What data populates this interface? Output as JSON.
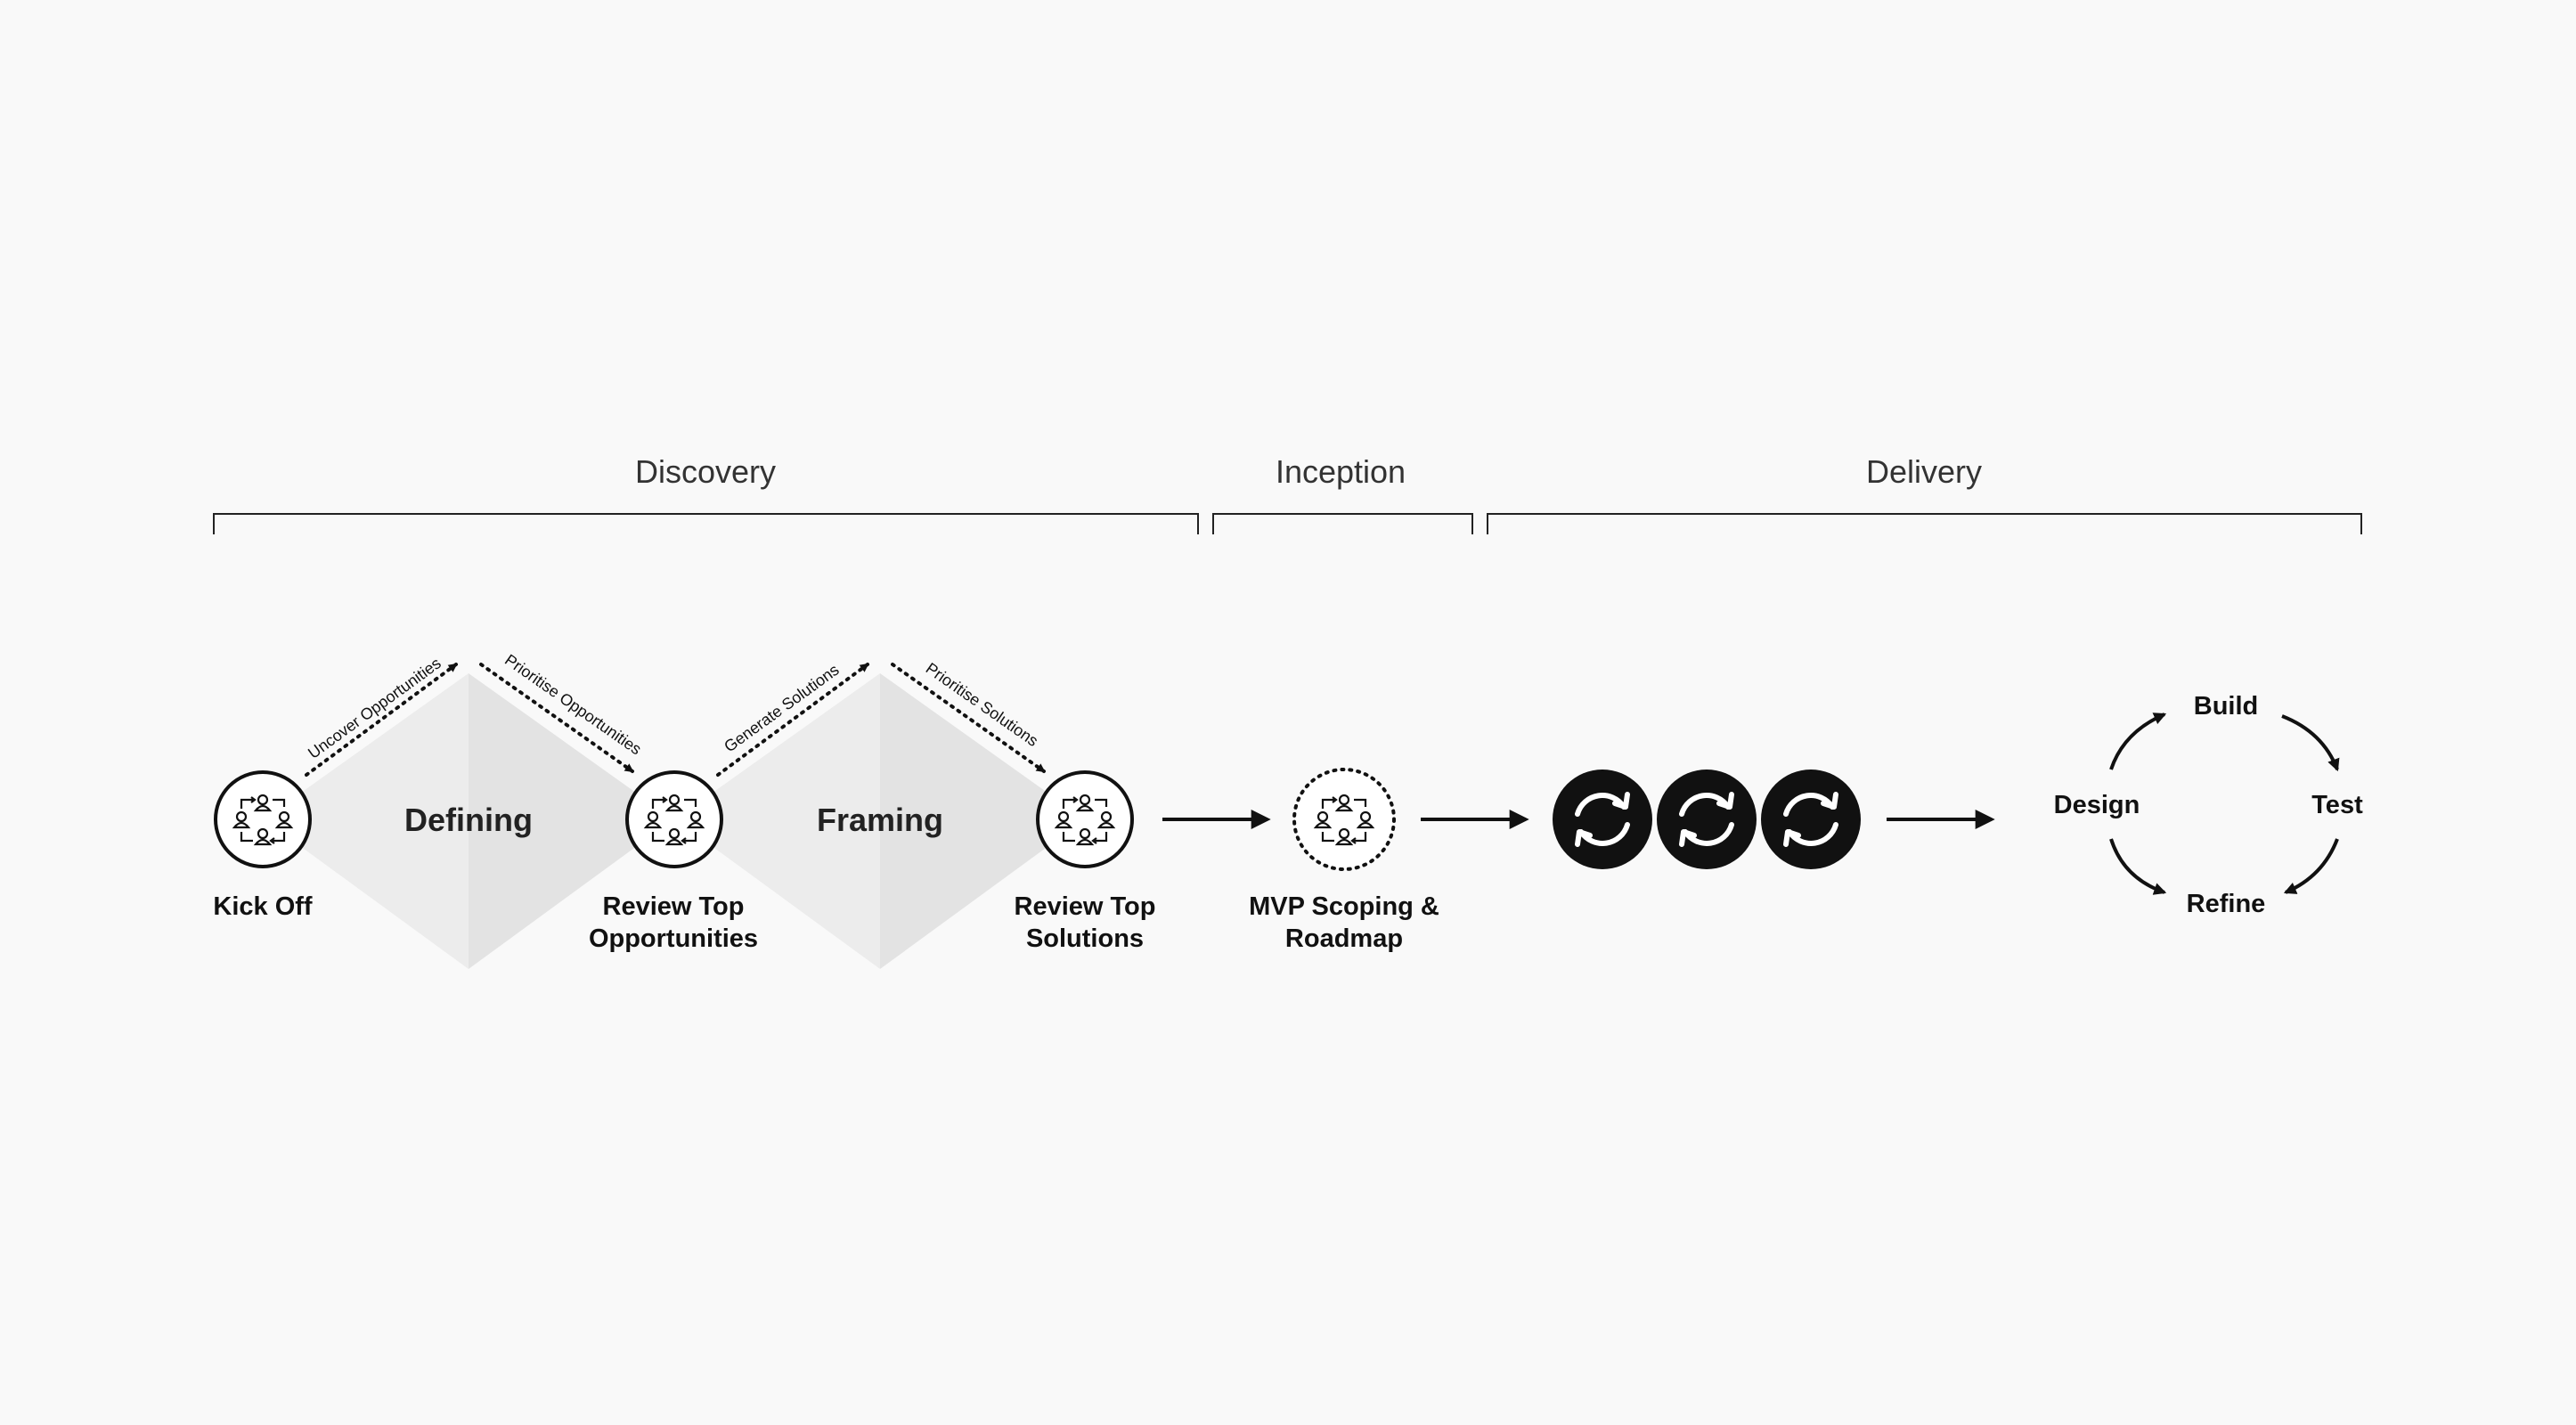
{
  "phases": {
    "discovery": "Discovery",
    "inception": "Inception",
    "delivery": "Delivery"
  },
  "diamonds": {
    "defining": "Defining",
    "framing": "Framing"
  },
  "paths": {
    "uncover": "Uncover Opportunities",
    "prioritise_opps": "Prioritise Opportunities",
    "generate": "Generate Solutions",
    "prioritise_solutions": "Prioritise Solutions"
  },
  "nodes": {
    "kickoff": "Kick Off",
    "review_opps_1": "Review Top",
    "review_opps_2": "Opportunities",
    "review_sol_1": "Review Top",
    "review_sol_2": "Solutions",
    "mvp_1": "MVP Scoping &",
    "mvp_2": "Roadmap"
  },
  "cycle": {
    "build": "Build",
    "test": "Test",
    "refine": "Refine",
    "design": "Design"
  },
  "icons": {
    "meeting": "people-meeting-icon",
    "iteration": "refresh-cycle-icon"
  },
  "colors": {
    "background": "#f9f9f9",
    "diamond_light": "#ececec",
    "diamond_dark": "#e3e3e3",
    "ink": "#111111"
  }
}
